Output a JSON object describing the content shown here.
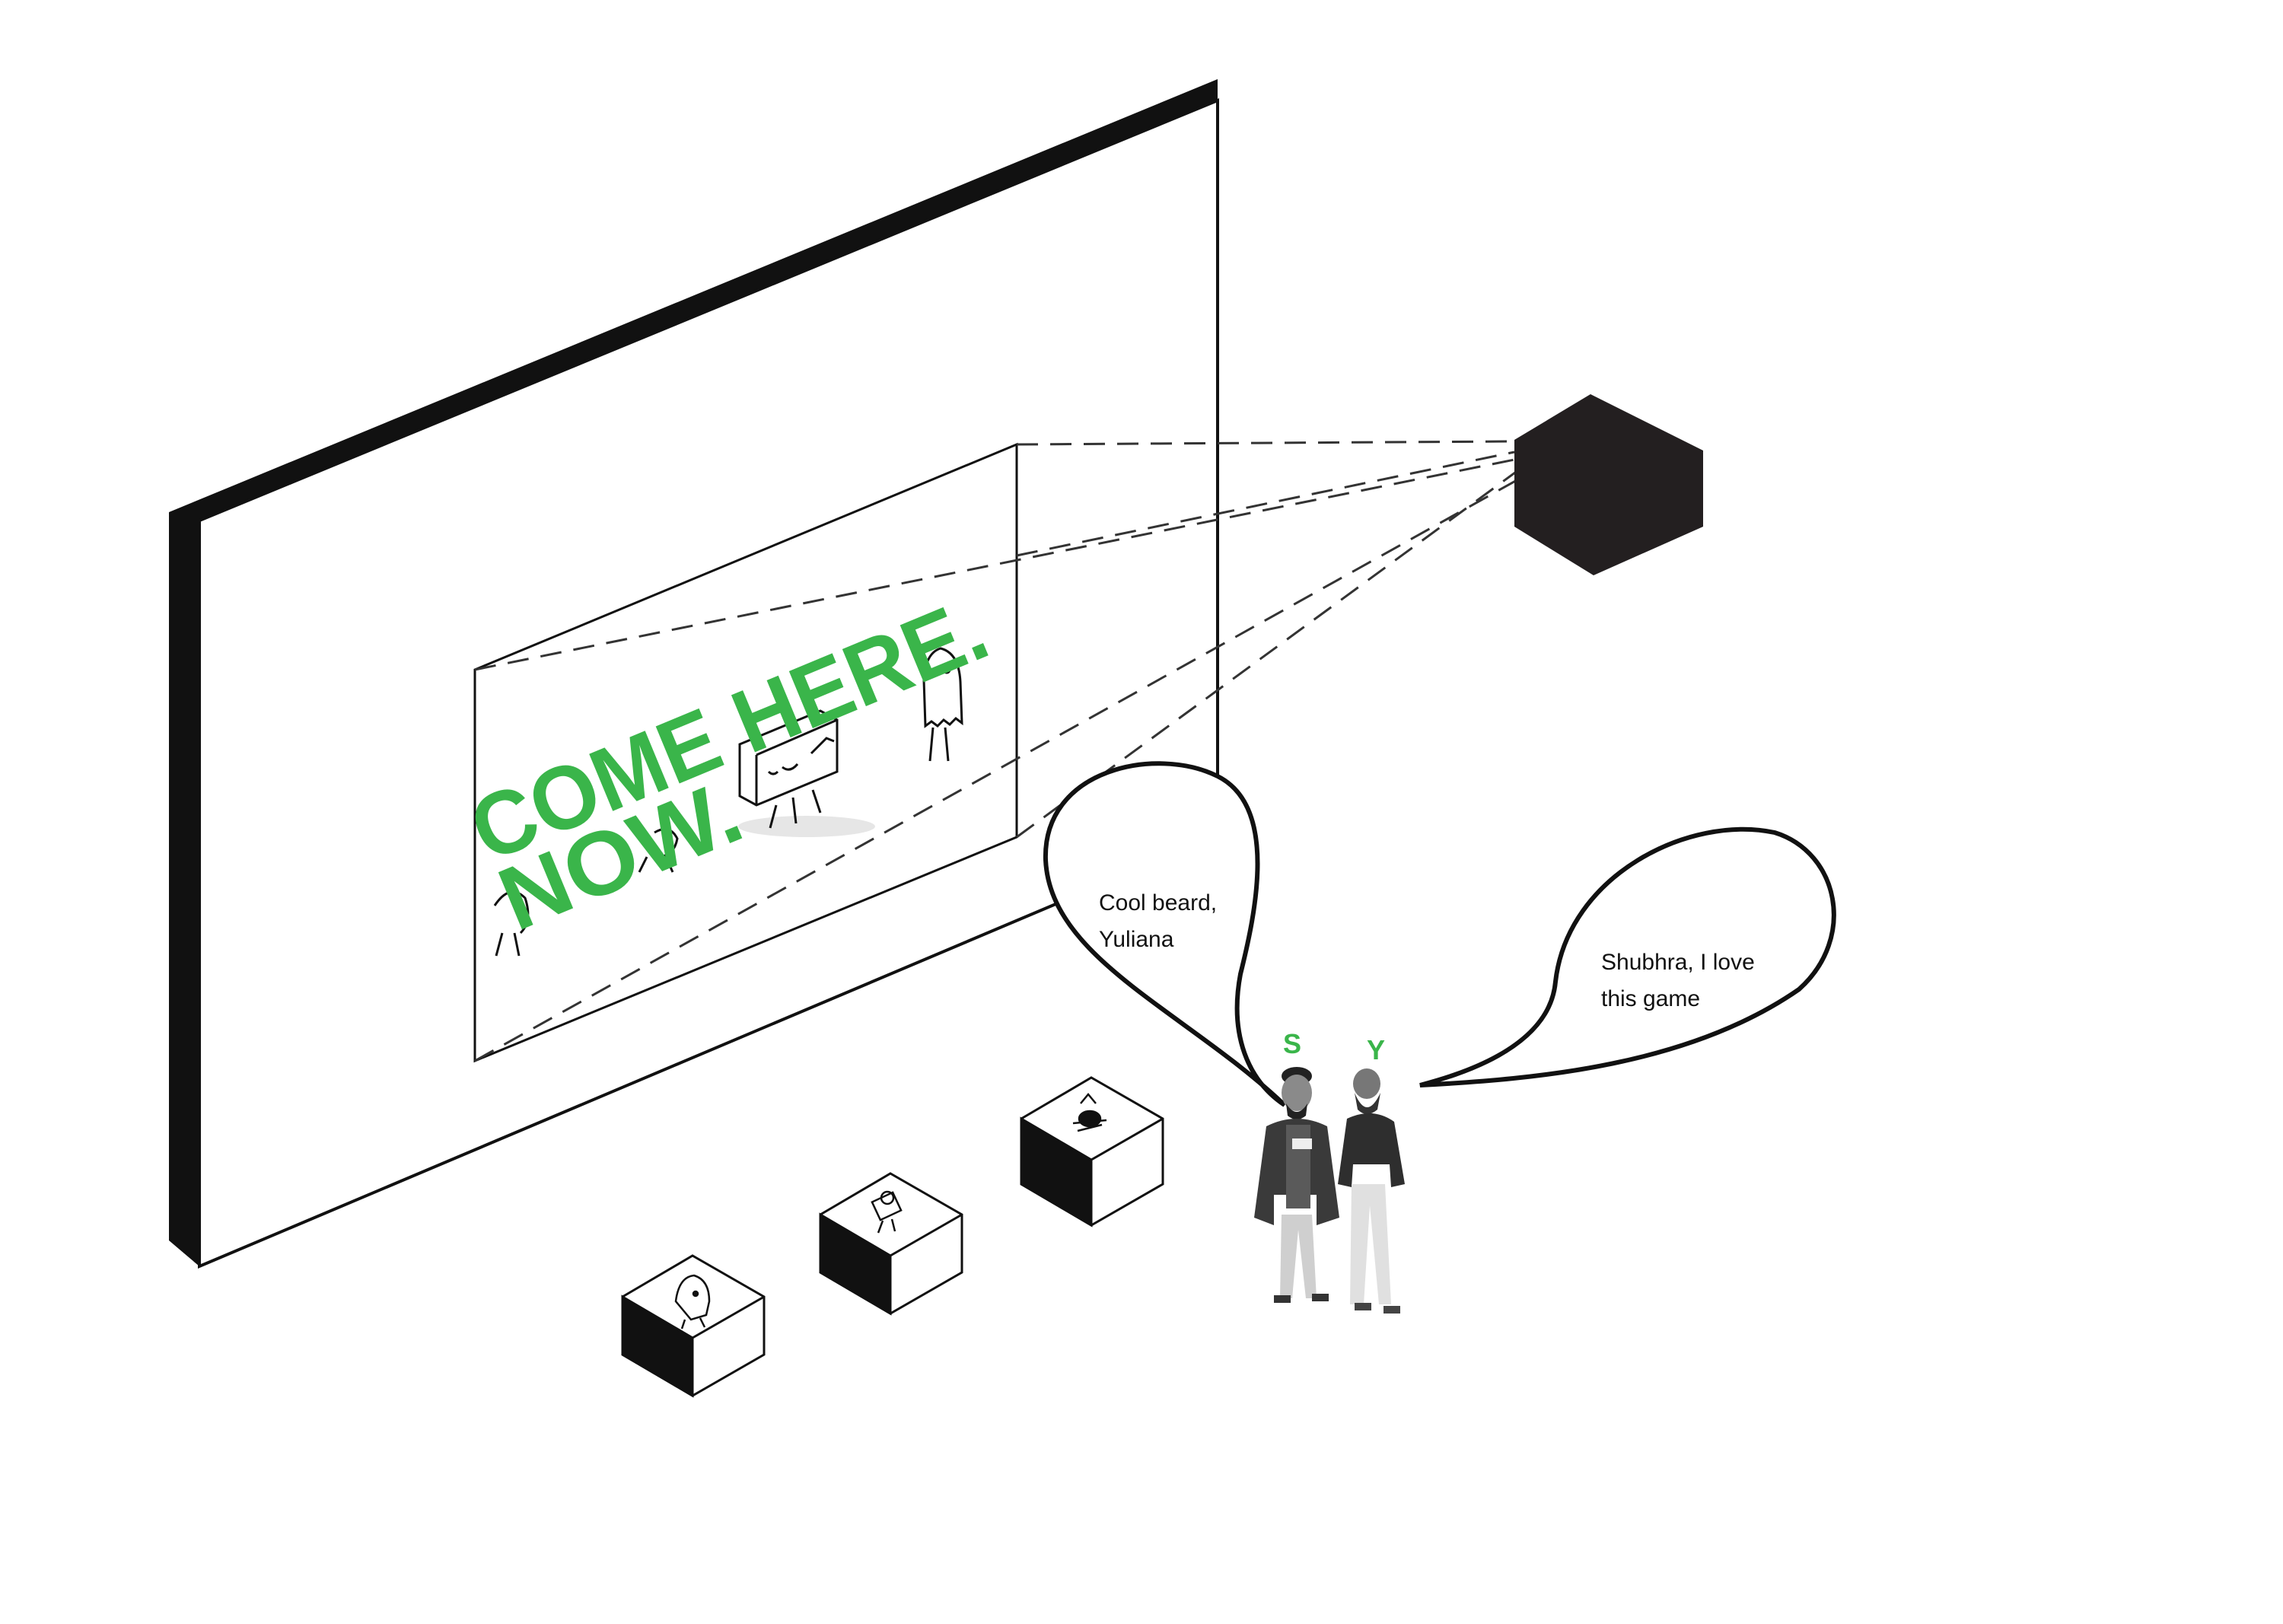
{
  "projection": {
    "headline_line1": "COME HERE.",
    "headline_line2": "NOW."
  },
  "people": [
    {
      "label": "S",
      "speech": [
        "Cool beard,",
        "Yuliana"
      ]
    },
    {
      "label": "Y",
      "speech": [
        "Shubhra, I love",
        "this game"
      ]
    }
  ],
  "colors": {
    "accent": "#3ab54a",
    "ink": "#111111",
    "projector": "#231f20",
    "background": "#ffffff"
  },
  "icons": [
    "controller-box-icon",
    "controller-box-icon",
    "controller-box-icon",
    "projector-icon"
  ]
}
